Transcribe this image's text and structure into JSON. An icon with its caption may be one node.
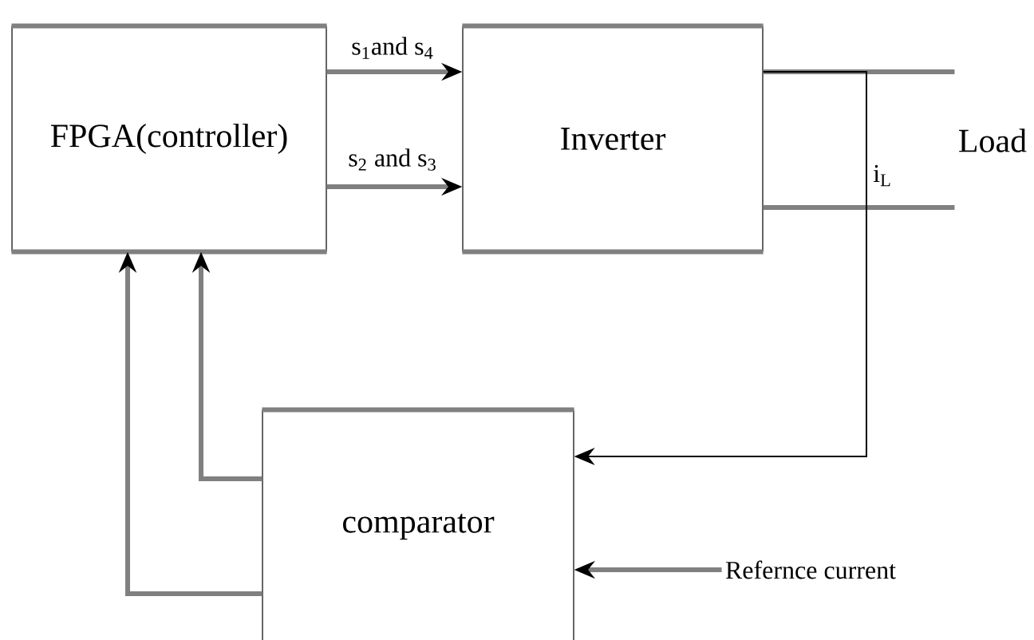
{
  "diagram": {
    "nodes": [
      {
        "text": [
          "FPGA(controller)"
        ]
      },
      {
        "text": [
          "Inverter"
        ]
      },
      {
        "text": [
          "comparator"
        ]
      },
      {
        "text": [
          "Load"
        ]
      },
      {
        "text": [
          "Refernce current"
        ]
      }
    ],
    "edges": [
      {
        "from": 0,
        "to": 1,
        "arrow": "to",
        "label": "s$_{1}$and s$_{4}$"
      },
      {
        "from": 0,
        "to": 1,
        "arrow": "to",
        "label": "s$_{2}$ and s$_{3}$"
      },
      {
        "from": 1,
        "to": 3,
        "arrow": "none"
      },
      {
        "from": 1,
        "to": 3,
        "arrow": "none"
      },
      {
        "from": 1,
        "to": 2,
        "arrow": "to",
        "label": "i$_{L}$",
        "color": "#000000"
      },
      {
        "from": 4,
        "to": 2,
        "arrow": "to"
      },
      {
        "from": 2,
        "to": 0,
        "arrow": "to"
      },
      {
        "from": 2,
        "to": 0,
        "arrow": "to"
      }
    ]
  }
}
